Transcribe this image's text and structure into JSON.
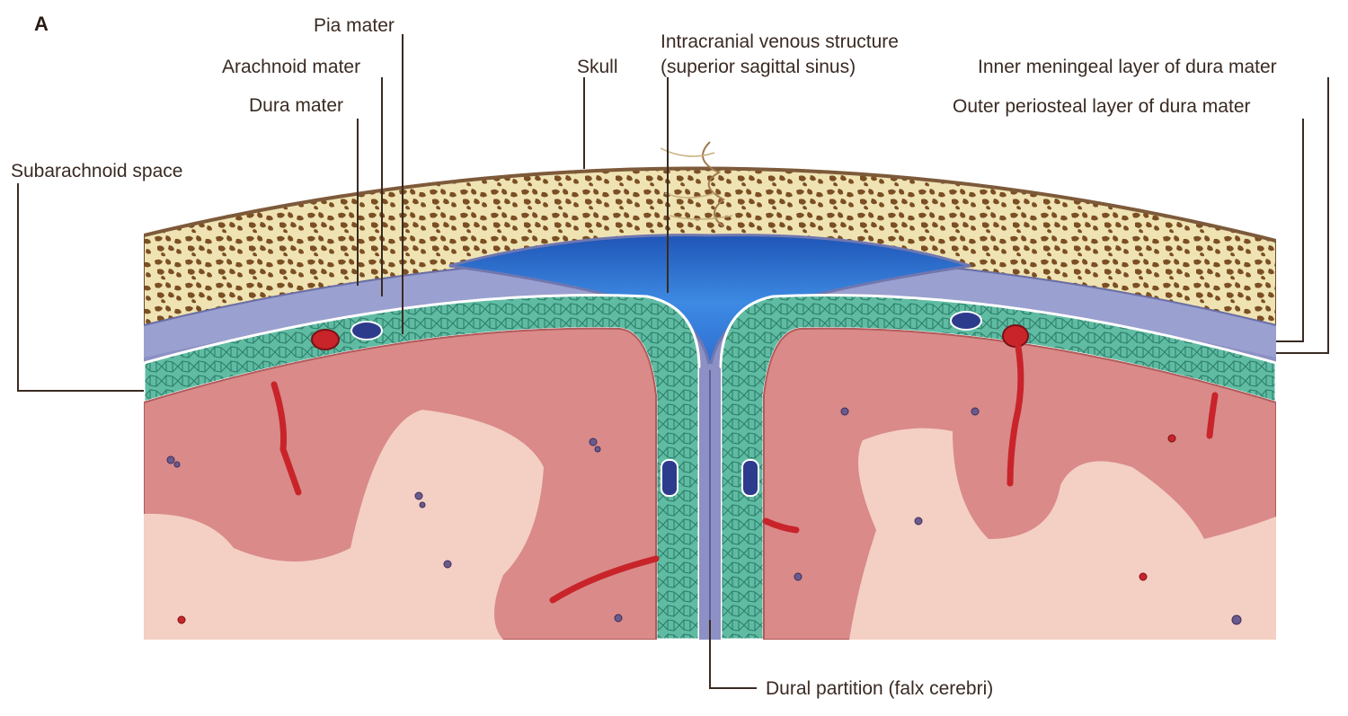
{
  "figure": {
    "panel_letter": "A",
    "labels": {
      "pia_mater": "Pia mater",
      "arachnoid_mater": "Arachnoid mater",
      "dura_mater": "Dura mater",
      "subarachnoid_space": "Subarachnoid space",
      "skull": "Skull",
      "venous_line1": "Intracranial venous structure",
      "venous_line2": "(superior sagittal sinus)",
      "inner_meningeal": "Inner meningeal layer of dura mater",
      "outer_periosteal": "Outer periosteal layer of dura mater",
      "dural_partition": "Dural partition (falx cerebri)"
    },
    "colors": {
      "bone": "#efe3b4",
      "bone_trabeculae": "#7b4f23",
      "dura": "#8d90c4",
      "sinus": "#2e6fd0",
      "subarachnoid": "#4fb29a",
      "cortex": "#d98a89",
      "white_matter": "#f4cfc4",
      "artery": "#c8242a",
      "vein": "#2d3b8c",
      "leader_line": "#3a2a22"
    }
  }
}
